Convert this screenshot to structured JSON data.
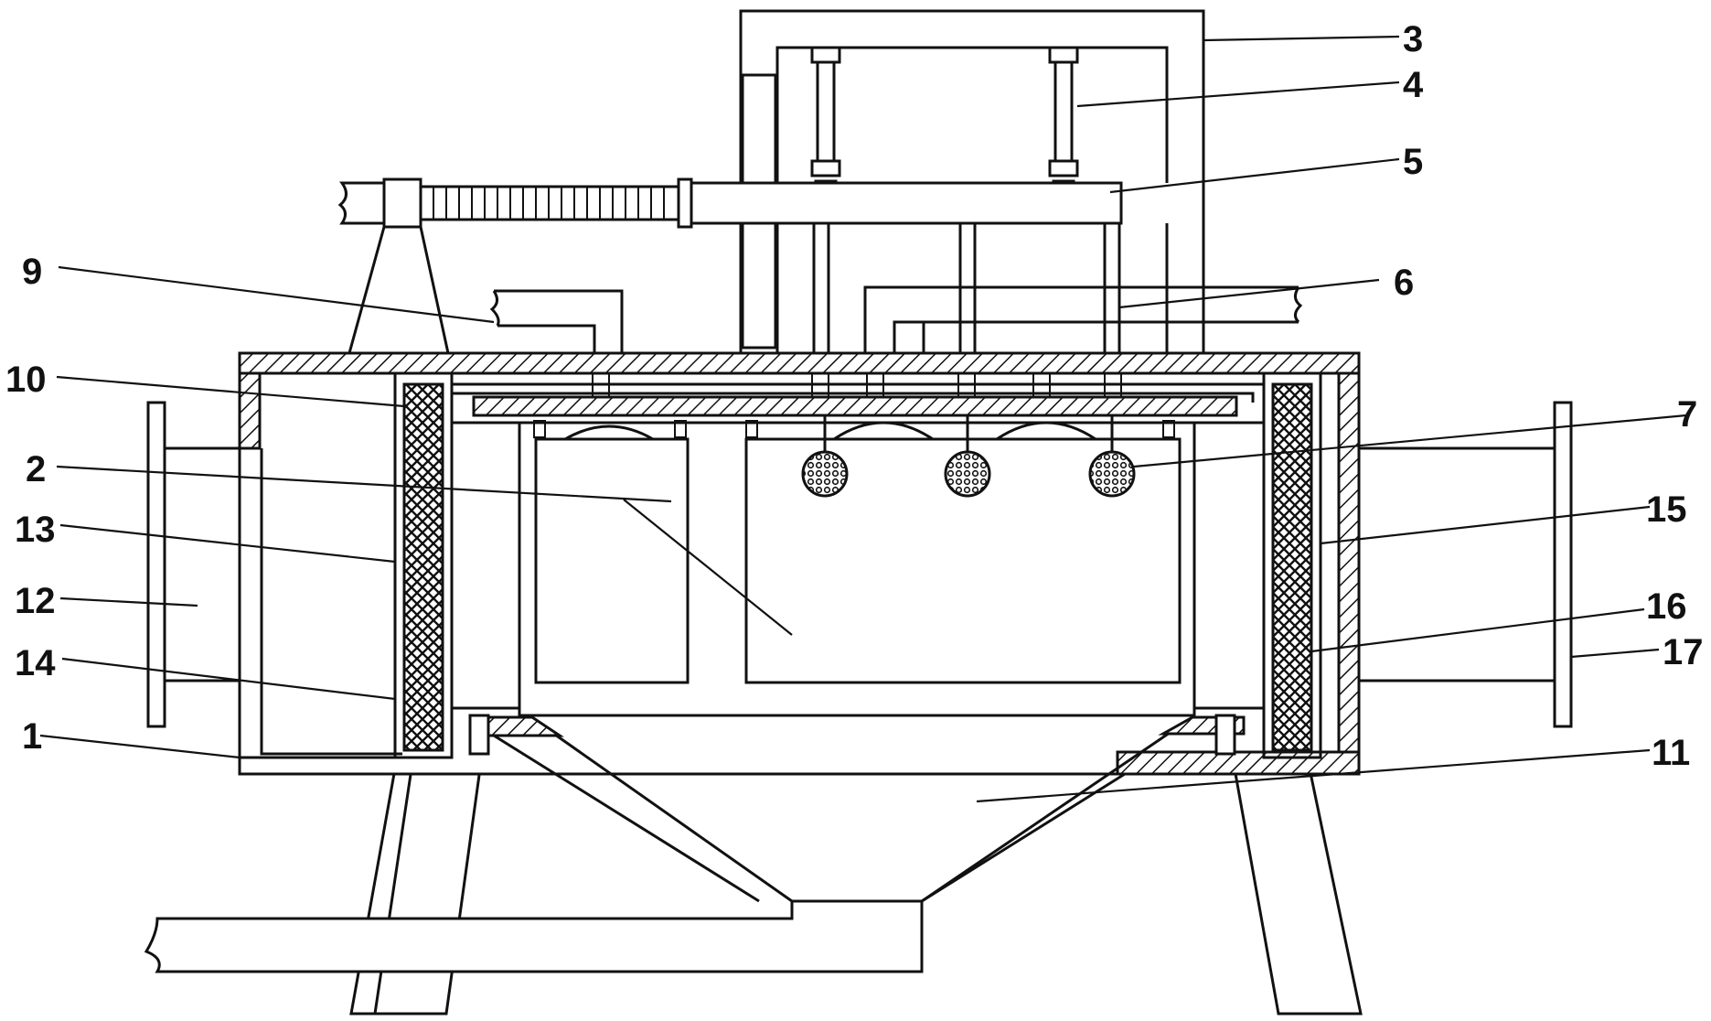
{
  "labels": {
    "l1": "1",
    "l2": "2",
    "l3": "3",
    "l4": "4",
    "l5": "5",
    "l6": "6",
    "l7": "7",
    "l9": "9",
    "l10": "10",
    "l11": "11",
    "l12": "12",
    "l13": "13",
    "l14": "14",
    "l15": "15",
    "l16": "16",
    "l17": "17"
  }
}
